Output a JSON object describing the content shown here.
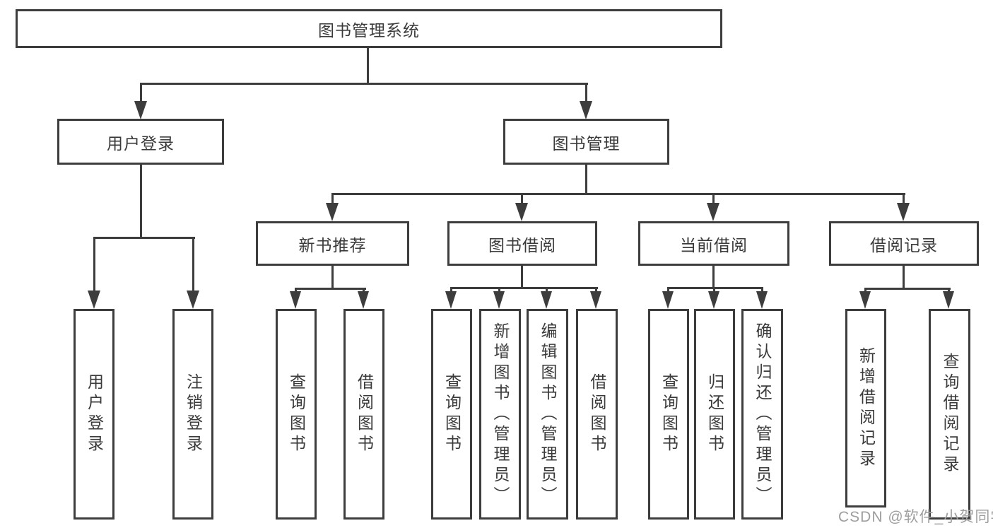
{
  "diagram": {
    "type": "hierarchy-tree",
    "tree": {
      "root": {
        "label": "图书管理系统"
      },
      "branches": [
        {
          "label": "用户登录",
          "children": [
            {
              "label": "用户登录"
            },
            {
              "label": "注销登录"
            }
          ]
        },
        {
          "label": "图书管理",
          "children": [
            {
              "label": "新书推荐",
              "children": [
                {
                  "label": "查询图书"
                },
                {
                  "label": "借阅图书"
                }
              ]
            },
            {
              "label": "图书借阅",
              "children": [
                {
                  "label": "查询图书"
                },
                {
                  "label": "新增图书（管理员）"
                },
                {
                  "label": "编辑图书（管理员）"
                },
                {
                  "label": "借阅图书"
                }
              ]
            },
            {
              "label": "当前借阅",
              "children": [
                {
                  "label": "查询图书"
                },
                {
                  "label": "归还图书"
                },
                {
                  "label": "确认归还（管理员）"
                }
              ]
            },
            {
              "label": "借阅记录",
              "children": [
                {
                  "label": "新增借阅记录"
                },
                {
                  "label": "查询借阅记录"
                }
              ]
            }
          ]
        }
      ]
    },
    "watermark": "CSDN @软件_小贺同学",
    "colors": {
      "line": "#3d3d3d",
      "text": "#3a3a3a",
      "watermark": "#9e9e9e",
      "background": "#ffffff"
    }
  }
}
